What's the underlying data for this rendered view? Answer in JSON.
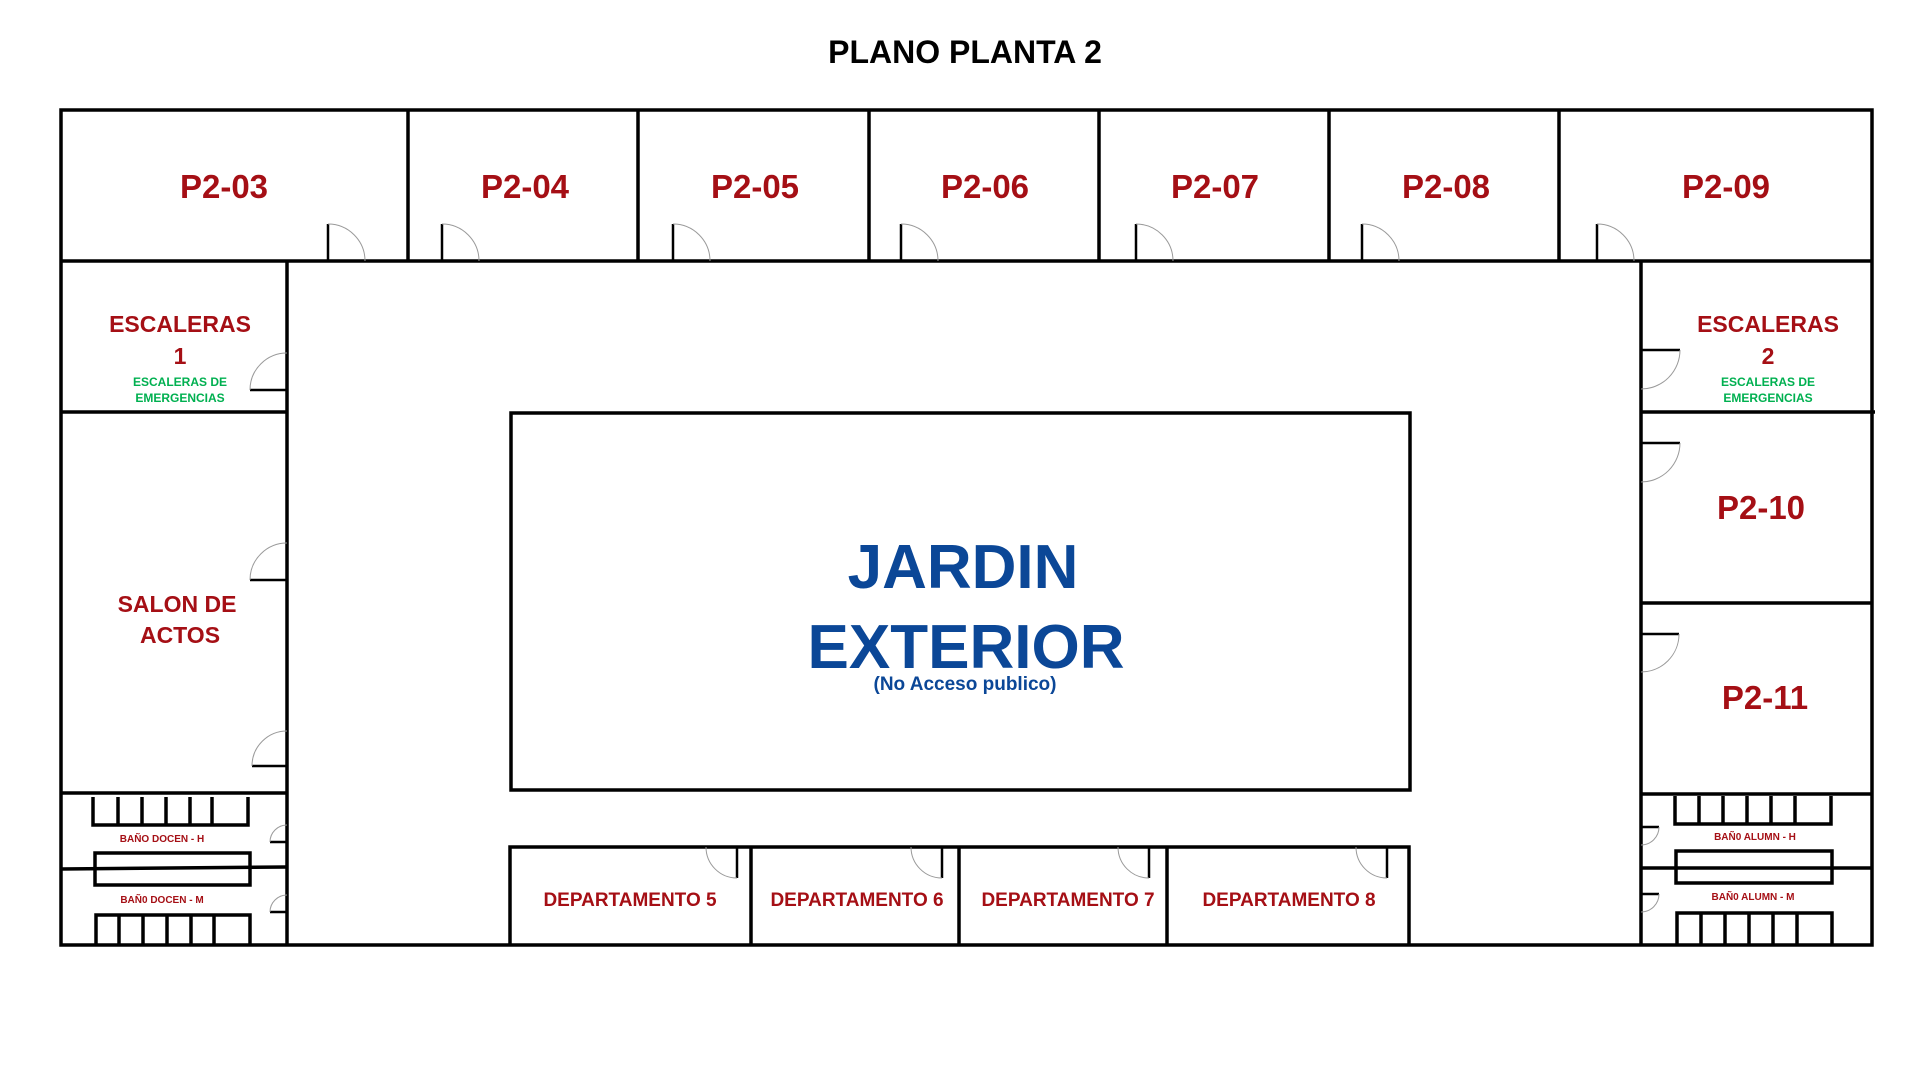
{
  "title": "PLANO PLANTA 2",
  "colors": {
    "room_label": "#a50f15",
    "garden_label": "#0b4797",
    "emergency": "#00b050",
    "walls": "#000000"
  },
  "rooms": {
    "p2_03": "P2-03",
    "p2_04": "P2-04",
    "p2_05": "P2-05",
    "p2_06": "P2-06",
    "p2_07": "P2-07",
    "p2_08": "P2-08",
    "p2_09": "P2-09",
    "p2_10": "P2-10",
    "p2_11": "P2-11",
    "escaleras_1": {
      "line1": "ESCALERAS",
      "line2": "1",
      "note_line1": "ESCALERAS DE",
      "note_line2": "EMERGENCIAS"
    },
    "escaleras_2": {
      "line1": "ESCALERAS",
      "line2": "2",
      "note_line1": "ESCALERAS DE",
      "note_line2": "EMERGENCIAS"
    },
    "salon": {
      "line1": "SALON DE",
      "line2": "ACTOS"
    },
    "bano_docen_h": "BAÑO DOCEN - H",
    "bano_docen_m": "BAÑ0 DOCEN - M",
    "bano_alumn_h": "BAÑ0 ALUMN - H",
    "bano_alumn_m": "BAÑ0 ALUMN - M",
    "departamento_5": "DEPARTAMENTO 5",
    "departamento_6": "DEPARTAMENTO 6",
    "departamento_7": "DEPARTAMENTO 7",
    "departamento_8": "DEPARTAMENTO 8"
  },
  "garden": {
    "line1": "JARDIN",
    "line2": "EXTERIOR",
    "note": "(No Acceso publico)"
  }
}
